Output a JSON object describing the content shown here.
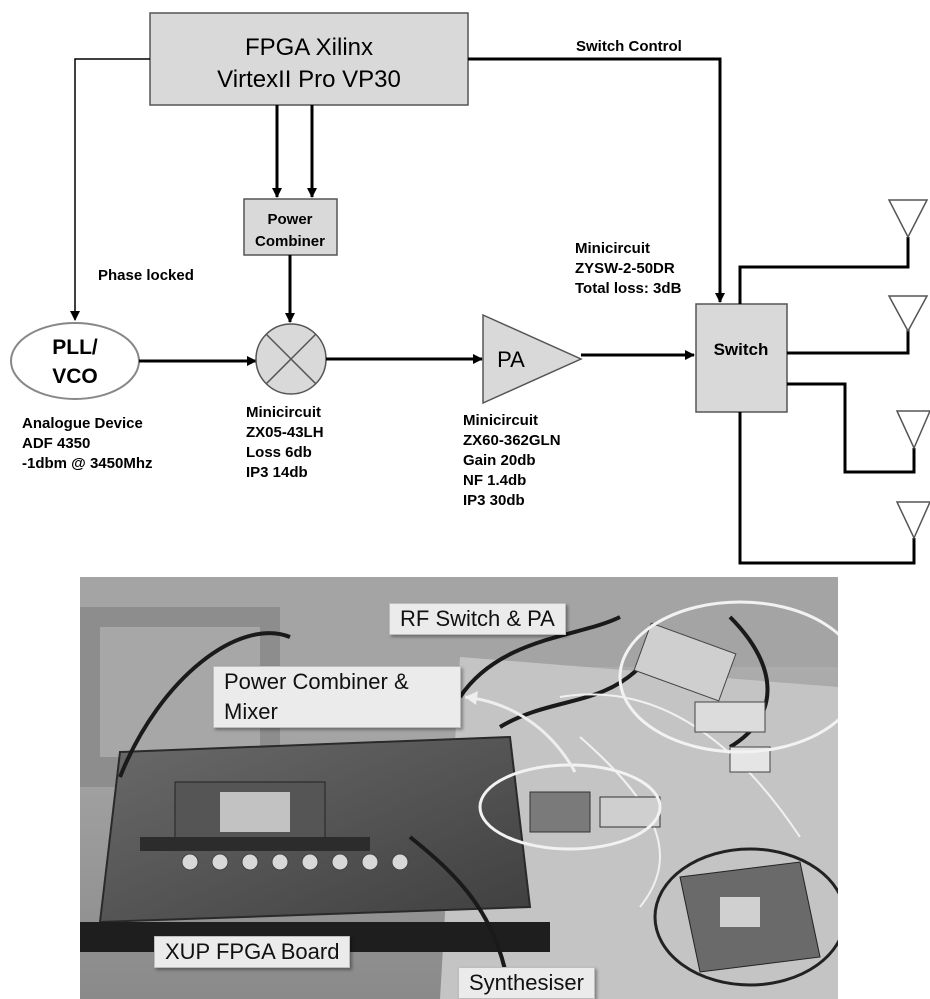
{
  "fpga": {
    "line1": "FPGA Xilinx",
    "line2": "VirtexII Pro VP30"
  },
  "switch_control_label": "Switch Control",
  "power_combiner": {
    "line1": "Power",
    "line2": "Combiner"
  },
  "phase_locked_label": "Phase locked",
  "pll": {
    "line1": "PLL/",
    "line2": "VCO"
  },
  "pll_caption": [
    "Analogue Device",
    "ADF 4350",
    "-1dbm @ 3450Mhz"
  ],
  "mixer_caption": [
    "Minicircuit",
    "ZX05-43LH",
    "Loss 6db",
    "IP3 14db"
  ],
  "pa_label": "PA",
  "pa_caption": [
    "Minicircuit",
    "ZX60-362GLN",
    "Gain 20db",
    "NF 1.4db",
    "IP3 30db"
  ],
  "switch_caption": [
    "Minicircuit",
    "ZYSW-2-50DR",
    "Total loss: 3dB"
  ],
  "switch_label": "Switch",
  "photo_callouts": {
    "rf_switch": "RF Switch & PA",
    "power_combiner_mixer_1": "Power Combiner &",
    "power_combiner_mixer_2": "Mixer",
    "xup_board": "XUP FPGA Board",
    "synthesiser": "Synthesiser"
  },
  "colors": {
    "block_fill": "#d9d9d9",
    "block_stroke": "#555555",
    "photo_bg": "#9a9a9a"
  }
}
